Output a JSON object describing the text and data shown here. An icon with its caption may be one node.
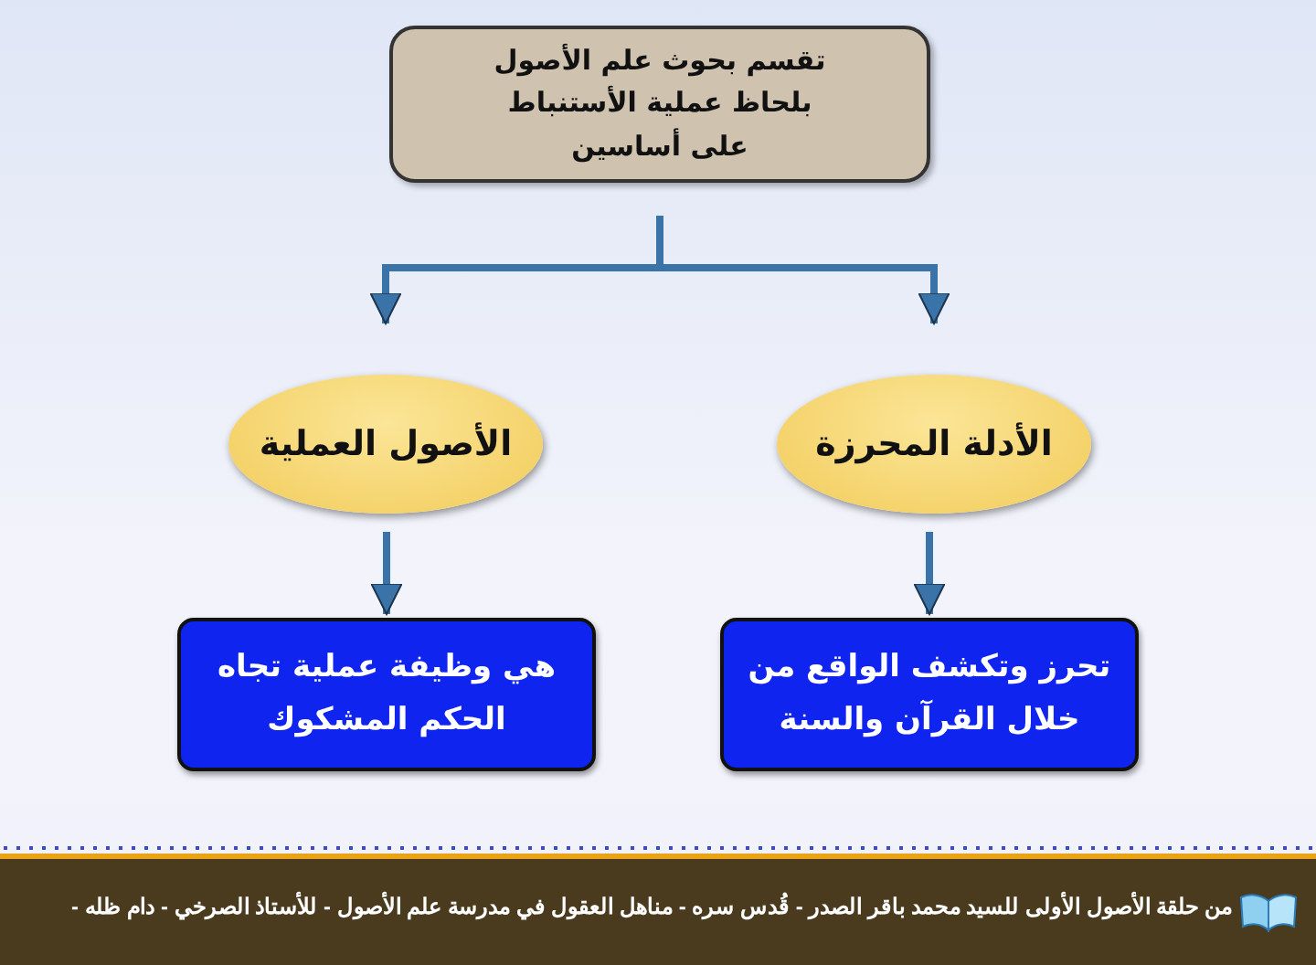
{
  "diagram": {
    "nodes": [
      {
        "text": [
          "تقسم بحوث علم الأصول بلحاظ عملية الأستنباط على أساسين"
        ]
      },
      {
        "text": [
          "الأدلة المحرزة"
        ]
      },
      {
        "text": [
          "الأصول العملية"
        ]
      },
      {
        "text": [
          "تحرز وتكشف الواقع من خلال القرآن والسنة"
        ]
      },
      {
        "text": [
          "هي وظيفة عملية تجاه الحكم المشكوك"
        ]
      }
    ],
    "edges": [
      {
        "from": 0,
        "to": 1,
        "arrow": "to"
      },
      {
        "from": 0,
        "to": 2,
        "arrow": "to"
      },
      {
        "from": 1,
        "to": 3,
        "arrow": "to"
      },
      {
        "from": 2,
        "to": 4,
        "arrow": "to"
      }
    ],
    "labels": [
      "من حلقة الأصول الأولى للسيد محمد باقر الصدر - قُدس سره - مناهل العقول في مدرسة علم الأصول - للأستاذ الصرخي - دام ظله -"
    ]
  }
}
